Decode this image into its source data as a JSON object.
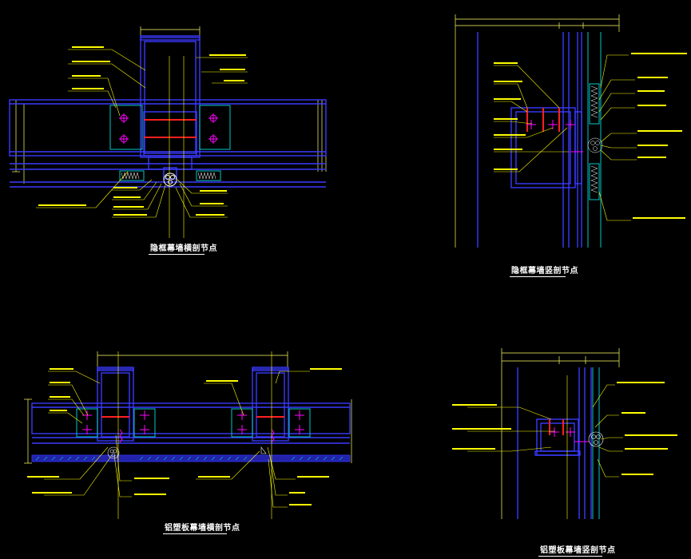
{
  "colors": {
    "background": "#000000",
    "structure": "#3a3aff",
    "leader": "#ffff00",
    "panel": "#00c8c8",
    "dimension": "#ffff66",
    "fastener": "#ff00ff",
    "title": "#ffffff"
  },
  "details": [
    {
      "id": "d1",
      "title": "隐框幕墙横剖节点"
    },
    {
      "id": "d2",
      "title": "隐框幕墙竖剖节点"
    },
    {
      "id": "d3",
      "title": "铝塑板幕墙横剖节点"
    },
    {
      "id": "d4",
      "title": "铝塑板幕墙竖剖节点"
    }
  ]
}
